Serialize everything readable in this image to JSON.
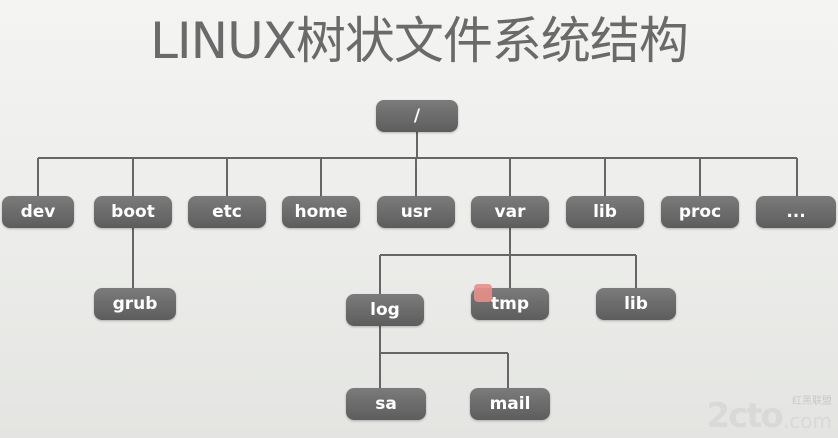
{
  "title": "LINUX树状文件系统结构",
  "tree": {
    "root": "/",
    "level1": [
      "dev",
      "boot",
      "etc",
      "home",
      "usr",
      "var",
      "lib",
      "proc",
      "..."
    ],
    "boot_children": [
      "grub"
    ],
    "var_children": [
      "log",
      "tmp",
      "lib"
    ],
    "log_children": [
      "sa",
      "mail"
    ]
  },
  "watermark": {
    "main": "2cto",
    "suffix": ".com",
    "sub": "红黑联盟"
  },
  "colors": {
    "node_fill": "#6b6b6b",
    "line": "#666666",
    "title": "#6a6a6a"
  }
}
